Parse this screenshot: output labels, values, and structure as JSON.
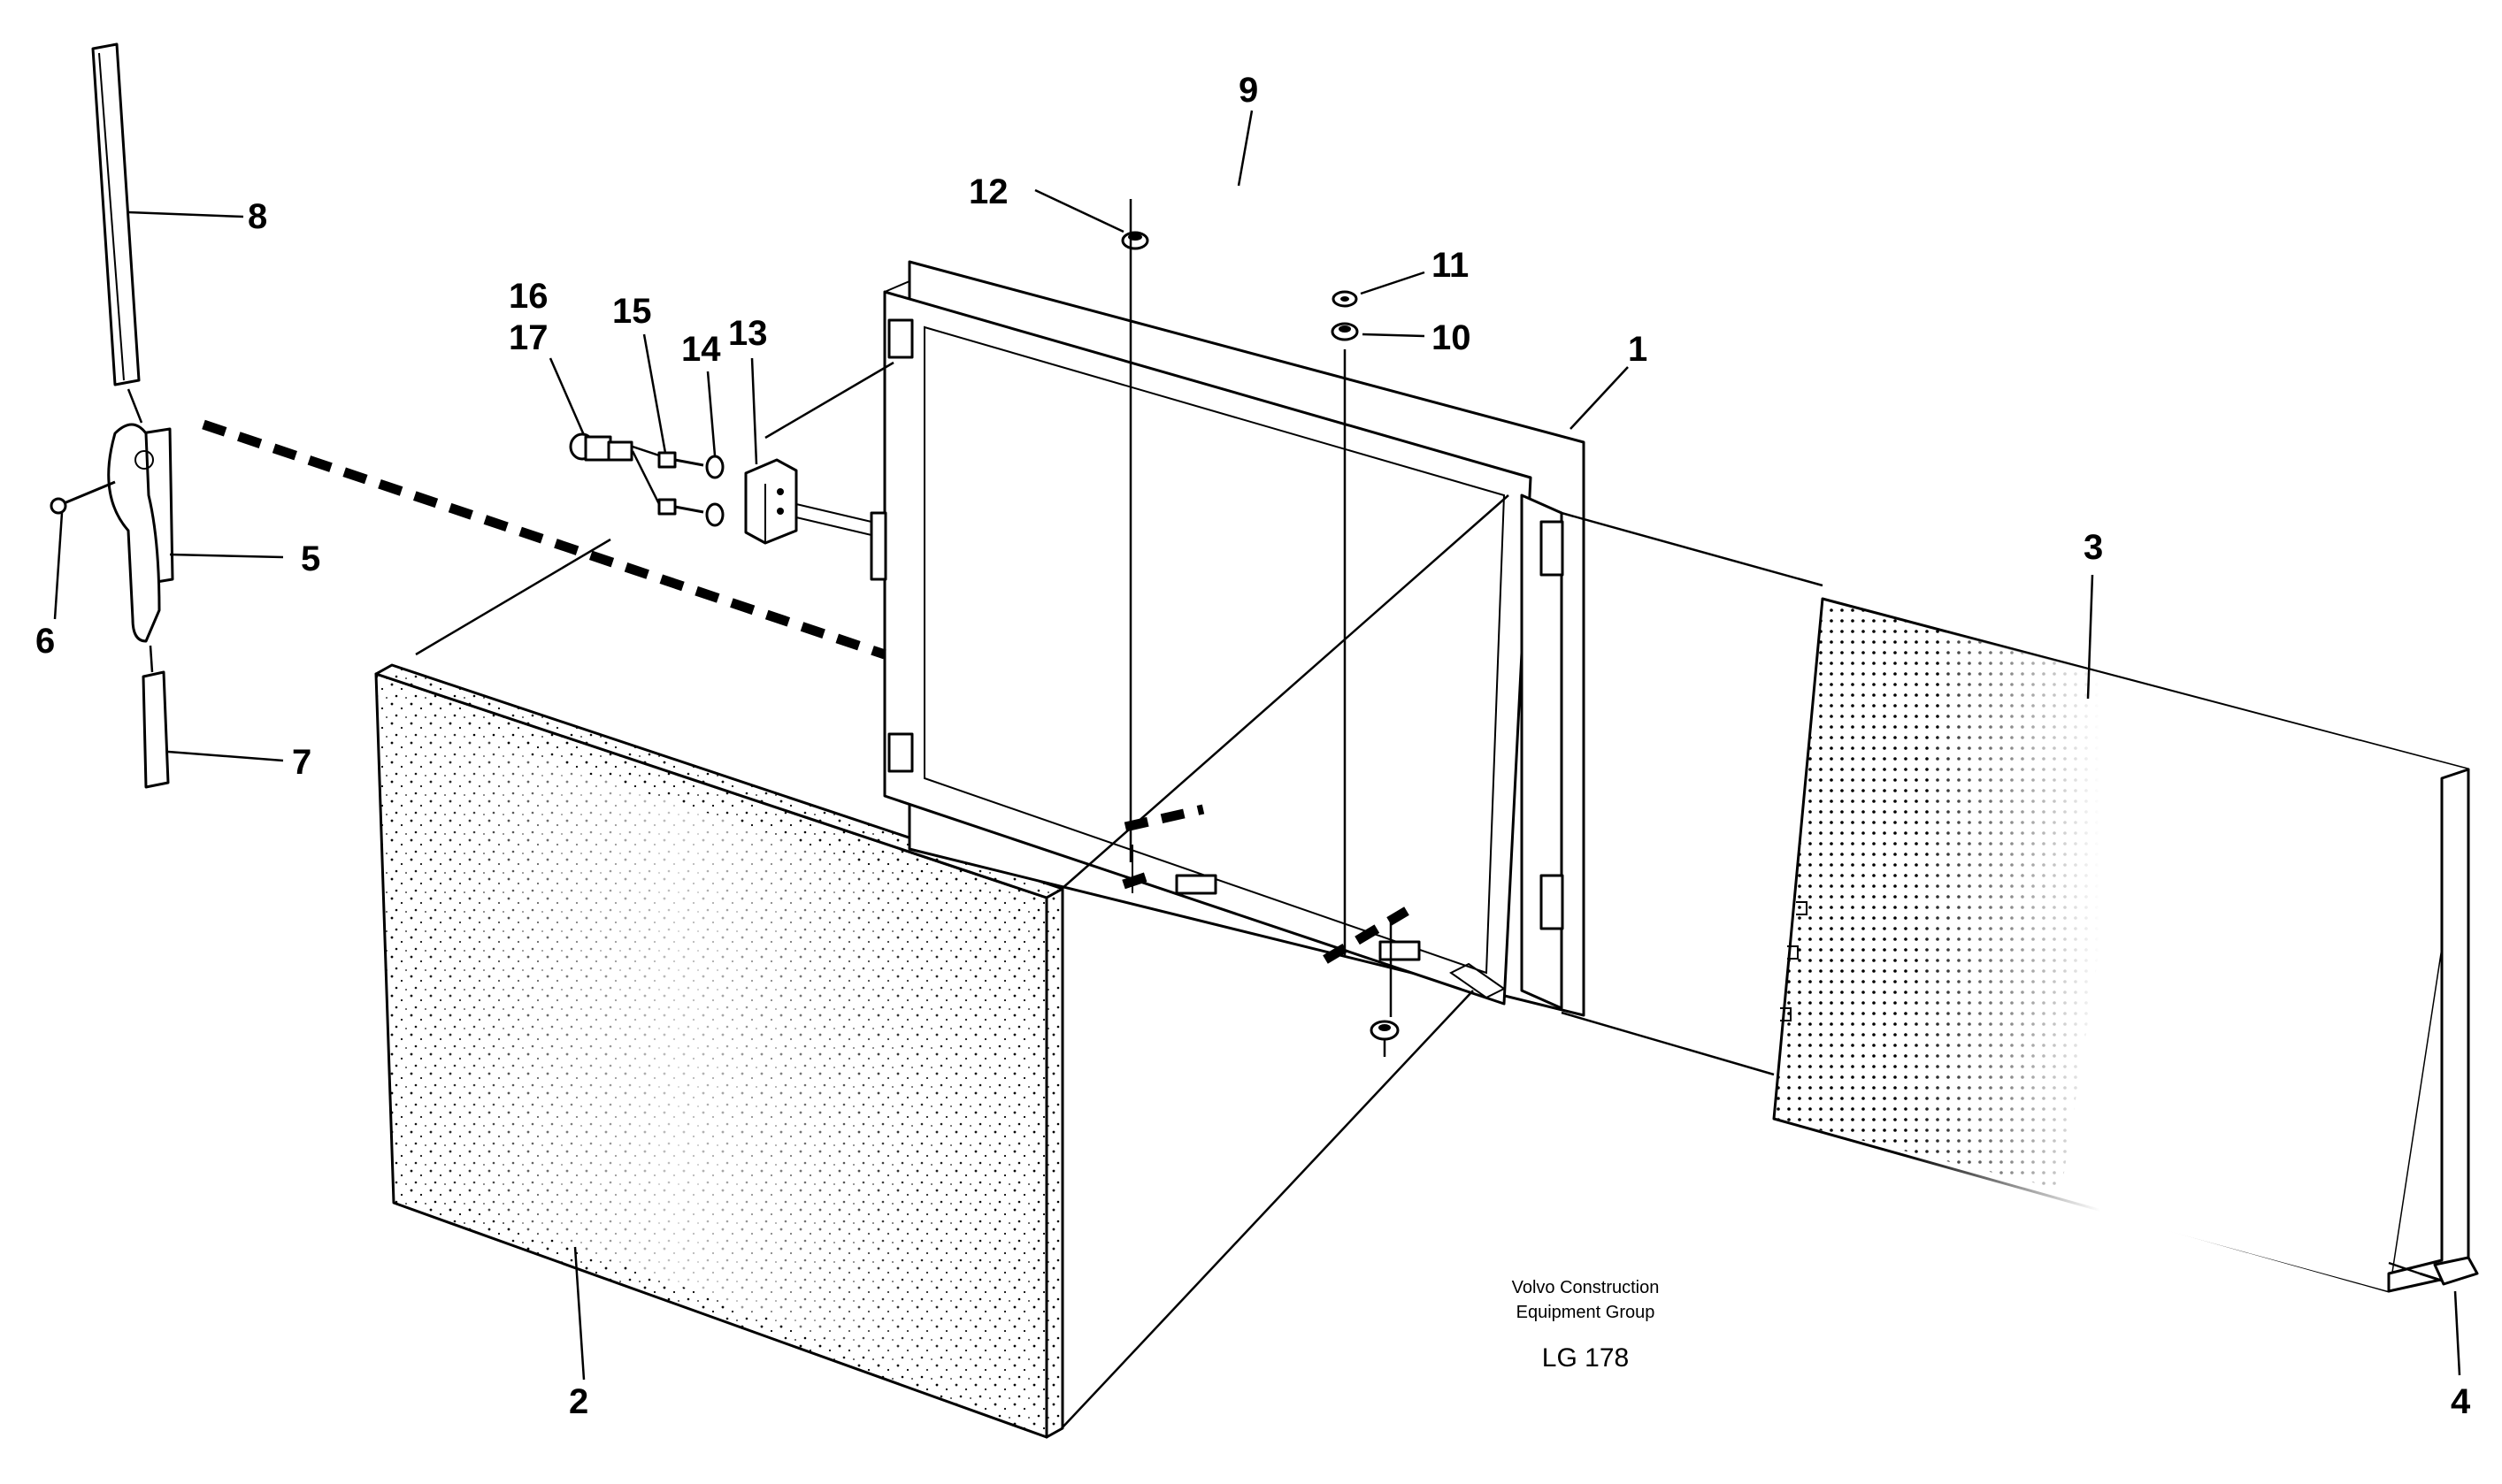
{
  "diagram": {
    "part_numbers": {
      "p1": "1",
      "p2": "2",
      "p3": "3",
      "p4": "4",
      "p5": "5",
      "p6": "6",
      "p7": "7",
      "p8": "8",
      "p9": "9",
      "p10": "10",
      "p11": "11",
      "p12": "12",
      "p13": "13",
      "p14": "14",
      "p15": "15",
      "p16": "16",
      "p17": "17"
    },
    "credit_line1": "Volvo Construction",
    "credit_line2": "Equipment Group",
    "drawing_code": "LG 178"
  }
}
